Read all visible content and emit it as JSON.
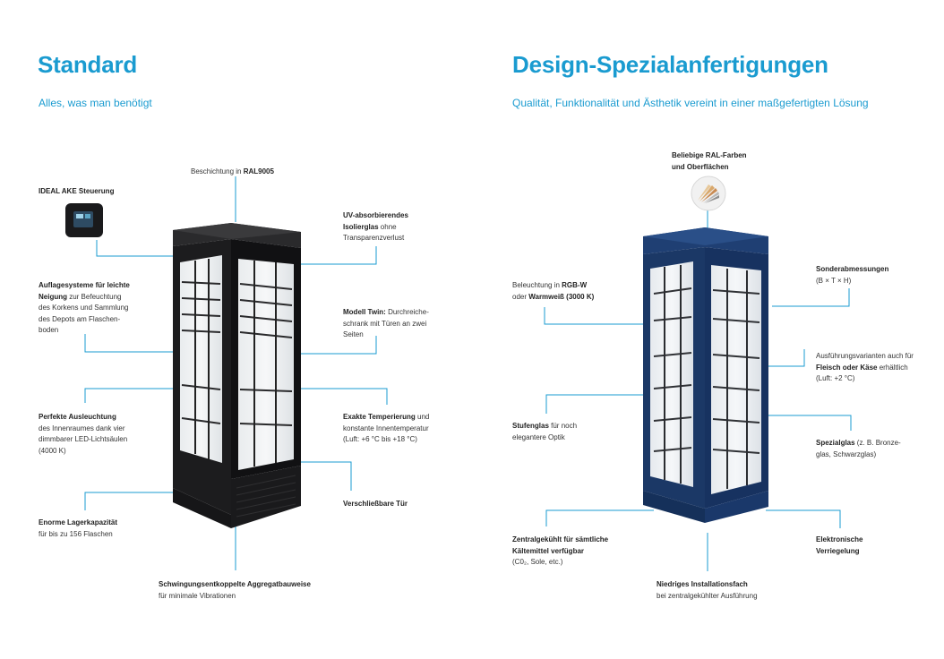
{
  "left": {
    "title": "Standard",
    "subtitle": "Alles, was man benötigt",
    "labels": {
      "coating": [
        {
          "t": "Beschichtung in ",
          "b": false
        },
        {
          "t": "RAL9005",
          "b": true
        }
      ],
      "control": [
        {
          "t": "IDEAL AKE Steuerung",
          "b": true
        }
      ],
      "uv": [
        {
          "t": "UV-absorbierendes",
          "b": true
        },
        {
          "br": true
        },
        {
          "t": "Isolierglas",
          "b": true
        },
        {
          "t": " ohne",
          "b": false
        },
        {
          "br": true
        },
        {
          "t": "Transparenzverlust",
          "b": false
        }
      ],
      "support": [
        {
          "t": "Auflagesysteme für leichte",
          "b": true
        },
        {
          "br": true
        },
        {
          "t": "Neigung",
          "b": true
        },
        {
          "t": " zur Befeuchtung",
          "b": false
        },
        {
          "br": true
        },
        {
          "t": "des Korkens und Sammlung",
          "b": false
        },
        {
          "br": true
        },
        {
          "t": "des Depots am Flaschen-",
          "b": false
        },
        {
          "br": true
        },
        {
          "t": "boden",
          "b": false
        }
      ],
      "twin": [
        {
          "t": "Modell Twin:",
          "b": true
        },
        {
          "t": " Durchreiche-",
          "b": false
        },
        {
          "br": true
        },
        {
          "t": "schrank mit Türen an zwei",
          "b": false
        },
        {
          "br": true
        },
        {
          "t": "Seiten",
          "b": false
        }
      ],
      "lighting": [
        {
          "t": "Perfekte Ausleuchtung",
          "b": true
        },
        {
          "br": true
        },
        {
          "t": "des Innenraumes dank vier",
          "b": false
        },
        {
          "br": true
        },
        {
          "t": "dimmbarer LED-Lichtsäulen",
          "b": false
        },
        {
          "br": true
        },
        {
          "t": "(4000 K)",
          "b": false
        }
      ],
      "temp": [
        {
          "t": "Exakte Temperierung",
          "b": true
        },
        {
          "t": " und",
          "b": false
        },
        {
          "br": true
        },
        {
          "t": "konstante Innentemperatur",
          "b": false
        },
        {
          "br": true
        },
        {
          "t": "(Luft: +6 °C bis +18 °C)",
          "b": false
        }
      ],
      "door": [
        {
          "t": "Verschließbare Tür",
          "b": true
        }
      ],
      "capacity": [
        {
          "t": "Enorme Lagerkapazität",
          "b": true
        },
        {
          "br": true
        },
        {
          "t": "für bis zu 156 Flaschen",
          "b": false
        }
      ],
      "vibration": [
        {
          "t": "Schwingungsentkoppelte Aggregatbauweise",
          "b": true
        },
        {
          "br": true
        },
        {
          "t": "für minimale Vibrationen",
          "b": false
        }
      ]
    }
  },
  "right": {
    "title": "Design-Spezialanfertigungen",
    "subtitle": "Qualität, Funktionalität und Ästhetik vereint in einer maßgefertigten Lösung",
    "labels": {
      "ral": [
        {
          "t": "Beliebige RAL-Farben",
          "b": true
        },
        {
          "br": true
        },
        {
          "t": "und Oberflächen",
          "b": true
        }
      ],
      "rgb": [
        {
          "t": "Beleuchtung in ",
          "b": false
        },
        {
          "t": "RGB-W",
          "b": true
        },
        {
          "br": true
        },
        {
          "t": "oder ",
          "b": false
        },
        {
          "t": "Warmweiß (3000 K)",
          "b": true
        }
      ],
      "dims": [
        {
          "t": "Sonderabmessungen",
          "b": true
        },
        {
          "br": true
        },
        {
          "t": "(B × T × H)",
          "b": false
        }
      ],
      "variants": [
        {
          "t": "Ausführungsvarianten auch für",
          "b": false
        },
        {
          "br": true
        },
        {
          "t": "Fleisch oder Käse",
          "b": true
        },
        {
          "t": " erhältlich",
          "b": false
        },
        {
          "br": true
        },
        {
          "t": "(Luft: +2 °C)",
          "b": false
        }
      ],
      "stepglass": [
        {
          "t": "Stufenglas",
          "b": true
        },
        {
          "t": " für noch",
          "b": false
        },
        {
          "br": true
        },
        {
          "t": "elegantere Optik",
          "b": false
        }
      ],
      "specialglass": [
        {
          "t": "Spezialglas",
          "b": true
        },
        {
          "t": " (z. B. Bronze-",
          "b": false
        },
        {
          "br": true
        },
        {
          "t": "glas, Schwarzglas)",
          "b": false
        }
      ],
      "central": [
        {
          "t": "Zentralgekühlt für sämtliche",
          "b": true
        },
        {
          "br": true
        },
        {
          "t": "Kältemittel verfügbar",
          "b": true
        },
        {
          "br": true
        },
        {
          "t": "(C0₂, Sole, etc.)",
          "b": false
        }
      ],
      "lock": [
        {
          "t": "Elektronische",
          "b": true
        },
        {
          "br": true
        },
        {
          "t": "Verriegelung",
          "b": true
        }
      ],
      "install": [
        {
          "t": "Niedriges Installationsfach",
          "b": true
        },
        {
          "br": true
        },
        {
          "t": "bei zentralgekühlter Ausführung",
          "b": false
        }
      ]
    }
  },
  "colors": {
    "accent": "#1a9bd0",
    "cabinet_black": "#1c1c1e",
    "cabinet_blue": "#1f3f73"
  },
  "icons": [
    "control-panel-icon",
    "color-swatch-fan-icon"
  ]
}
